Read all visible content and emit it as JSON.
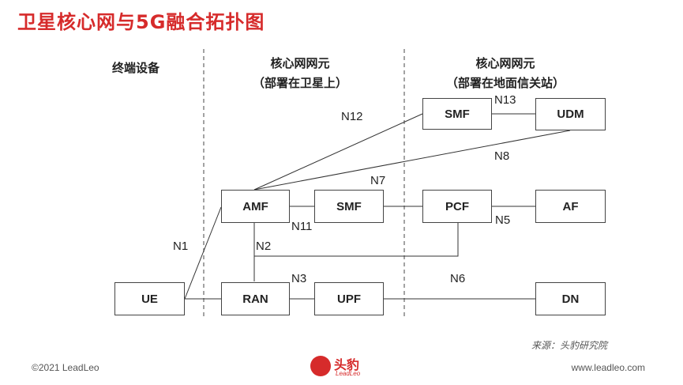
{
  "title": "卫星核心网与5G融合拓扑图",
  "columns": {
    "terminal": "终端设备",
    "sat_core_line1": "核心网网元",
    "sat_core_line2": "（部署在卫星上）",
    "ground_core_line1": "核心网网元",
    "ground_core_line2": "（部署在地面信关站）"
  },
  "nodes": {
    "smf_ground": "SMF",
    "udm": "UDM",
    "amf": "AMF",
    "smf_sat": "SMF",
    "pcf": "PCF",
    "af": "AF",
    "ue": "UE",
    "ran": "RAN",
    "upf": "UPF",
    "dn": "DN"
  },
  "interfaces": {
    "n1": "N1",
    "n2": "N2",
    "n3": "N3",
    "n5": "N5",
    "n6": "N6",
    "n7": "N7",
    "n8": "N8",
    "n11": "N11",
    "n12": "N12",
    "n13": "N13"
  },
  "source": "来源：头豹研究院",
  "footer": {
    "copyright": "©2021 LeadLeo",
    "website": "www.leadleo.com",
    "logo_text": "头豹",
    "logo_sub": "LeadLeo"
  },
  "colors": {
    "brand": "#d62b2b",
    "line": "#333333",
    "divider": "#666666"
  }
}
